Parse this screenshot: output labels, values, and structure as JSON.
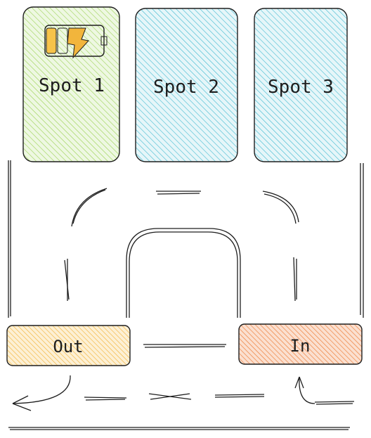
{
  "spots": [
    {
      "label": "Spot 1",
      "color": "#a5d85c",
      "occupied": true
    },
    {
      "label": "Spot 2",
      "color": "#4cc3d9",
      "occupied": false
    },
    {
      "label": "Spot 3",
      "color": "#4cc3d9",
      "occupied": false
    }
  ],
  "gates": {
    "out": {
      "label": "Out",
      "color": "#f5b53c"
    },
    "in": {
      "label": "In",
      "color": "#f0803c"
    }
  },
  "car": {
    "icon": "car-icon",
    "color": "#f2b53c"
  }
}
